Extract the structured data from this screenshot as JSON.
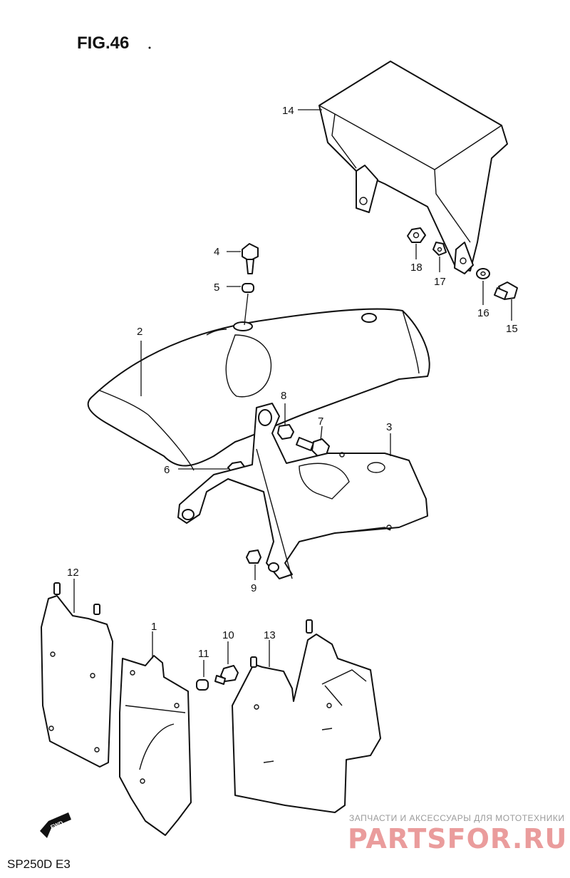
{
  "figure": {
    "title": "FIG.46",
    "model": "SP250D  E3",
    "fwd_mark": "FWD"
  },
  "callouts": [
    "1",
    "2",
    "3",
    "4",
    "5",
    "6",
    "7",
    "8",
    "9",
    "10",
    "11",
    "12",
    "13",
    "14",
    "15",
    "16",
    "17",
    "18"
  ],
  "watermark": {
    "tagline": "ЗАПЧАСТИ И АКСЕССУАРЫ ДЛЯ МОТОТЕХНИКИ",
    "brand": "PARTSFOR.RU"
  }
}
